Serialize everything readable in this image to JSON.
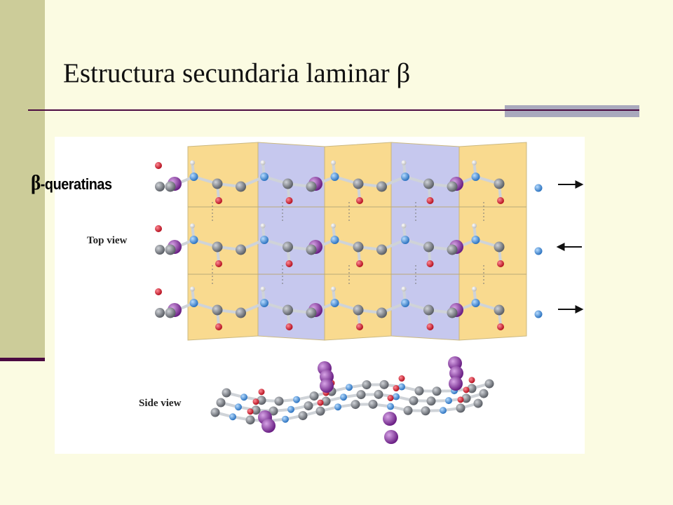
{
  "slide": {
    "title": "Estructura secundaria laminar β",
    "caption_symbol": "β",
    "caption_text": "-queratinas"
  },
  "figure": {
    "top_view_label": "Top view",
    "side_view_label": "Side view",
    "strand_directions": [
      "→",
      "←",
      "→"
    ]
  },
  "colors": {
    "background": "#fbfbe2",
    "sidebar": "#cccc99",
    "accent": "#4b0a41",
    "rule_block": "#a9a9bd",
    "sheet_yellow": "#f9d98a",
    "sheet_blue": "#c3c6ee",
    "atom_carbon": "#7b7f86",
    "atom_nitrogen": "#4a94d8",
    "atom_oxygen": "#d8283a",
    "atom_hydrogen": "#eeeeee",
    "atom_sidechain": "#8d3fa3"
  }
}
